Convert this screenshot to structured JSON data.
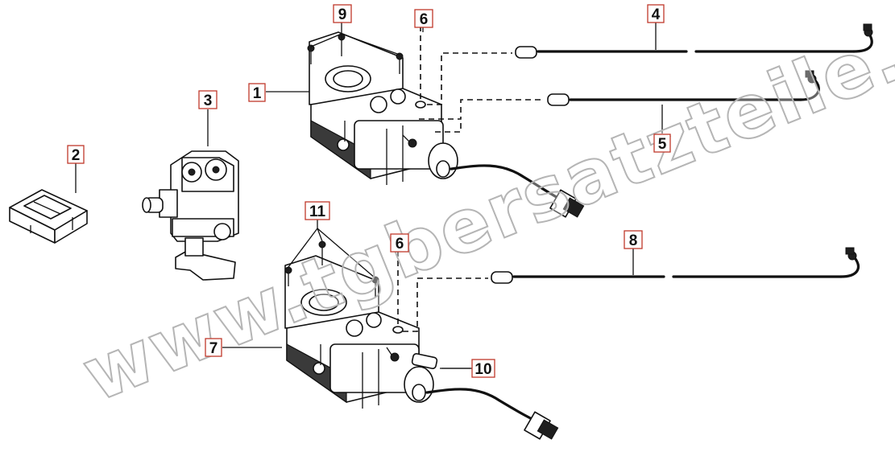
{
  "callouts": {
    "c1": "1",
    "c2": "2",
    "c3": "3",
    "c4": "4",
    "c5": "5",
    "c6a": "6",
    "c6b": "6",
    "c7": "7",
    "c8": "8",
    "c9": "9",
    "c10": "10",
    "c11": "11"
  },
  "watermark": "www.tgbersatzteile.de",
  "colors": {
    "callout_border": "#c0392b",
    "line": "#111111",
    "watermark_outline": "#b5b5b5"
  }
}
